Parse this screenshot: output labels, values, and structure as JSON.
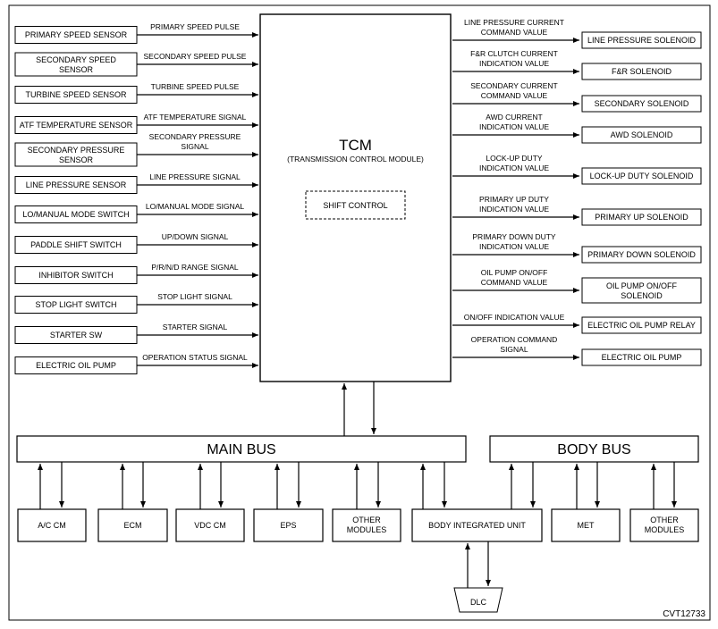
{
  "figure_id": "CVT12733",
  "tcm": {
    "title": "TCM",
    "subtitle": "(TRANSMISSION CONTROL MODULE)",
    "inner_block": "SHIFT CONTROL"
  },
  "inputs": [
    {
      "sensor": [
        "PRIMARY SPEED SENSOR"
      ],
      "signal": [
        "PRIMARY SPEED PULSE"
      ]
    },
    {
      "sensor": [
        "SECONDARY SPEED",
        "SENSOR"
      ],
      "signal": [
        "SECONDARY SPEED PULSE"
      ]
    },
    {
      "sensor": [
        "TURBINE SPEED SENSOR"
      ],
      "signal": [
        "TURBINE SPEED PULSE"
      ]
    },
    {
      "sensor": [
        "ATF TEMPERATURE SENSOR"
      ],
      "signal": [
        "ATF TEMPERATURE SIGNAL"
      ]
    },
    {
      "sensor": [
        "SECONDARY PRESSURE",
        "SENSOR"
      ],
      "signal": [
        "SECONDARY PRESSURE",
        "SIGNAL"
      ]
    },
    {
      "sensor": [
        "LINE PRESSURE SENSOR"
      ],
      "signal": [
        "LINE PRESSURE SIGNAL"
      ]
    },
    {
      "sensor": [
        "LO/MANUAL MODE SWITCH"
      ],
      "signal": [
        "LO/MANUAL MODE SIGNAL"
      ]
    },
    {
      "sensor": [
        "PADDLE SHIFT SWITCH"
      ],
      "signal": [
        "UP/DOWN SIGNAL"
      ]
    },
    {
      "sensor": [
        "INHIBITOR SWITCH"
      ],
      "signal": [
        "P/R/N/D RANGE SIGNAL"
      ]
    },
    {
      "sensor": [
        "STOP LIGHT SWITCH"
      ],
      "signal": [
        "STOP LIGHT SIGNAL"
      ]
    },
    {
      "sensor": [
        "STARTER SW"
      ],
      "signal": [
        "STARTER SIGNAL"
      ]
    },
    {
      "sensor": [
        "ELECTRIC OIL PUMP"
      ],
      "signal": [
        "OPERATION STATUS SIGNAL"
      ]
    }
  ],
  "outputs": [
    {
      "signal": [
        "LINE PRESSURE CURRENT",
        "COMMAND VALUE"
      ],
      "actuator": [
        "LINE PRESSURE SOLENOID"
      ]
    },
    {
      "signal": [
        "F&R CLUTCH CURRENT",
        "INDICATION VALUE"
      ],
      "actuator": [
        "F&R SOLENOID"
      ]
    },
    {
      "signal": [
        "SECONDARY CURRENT",
        "COMMAND VALUE"
      ],
      "actuator": [
        "SECONDARY SOLENOID"
      ]
    },
    {
      "signal": [
        "AWD CURRENT",
        "INDICATION VALUE"
      ],
      "actuator": [
        "AWD SOLENOID"
      ]
    },
    {
      "signal": [
        "LOCK-UP DUTY",
        "INDICATION VALUE"
      ],
      "actuator": [
        "LOCK-UP DUTY SOLENOID"
      ]
    },
    {
      "signal": [
        "PRIMARY UP DUTY",
        "INDICATION VALUE"
      ],
      "actuator": [
        "PRIMARY UP SOLENOID"
      ]
    },
    {
      "signal": [
        "PRIMARY DOWN DUTY",
        "INDICATION VALUE"
      ],
      "actuator": [
        "PRIMARY DOWN SOLENOID"
      ]
    },
    {
      "signal": [
        "OIL PUMP ON/OFF",
        "COMMAND VALUE"
      ],
      "actuator": [
        "OIL PUMP ON/OFF",
        "SOLENOID"
      ]
    },
    {
      "signal": [
        "ON/OFF INDICATION VALUE"
      ],
      "actuator": [
        "ELECTRIC OIL PUMP RELAY"
      ]
    },
    {
      "signal": [
        "OPERATION COMMAND",
        "SIGNAL"
      ],
      "actuator": [
        "ELECTRIC OIL PUMP"
      ]
    }
  ],
  "buses": {
    "main": "MAIN BUS",
    "body": "BODY BUS"
  },
  "modules": [
    {
      "label": [
        "A/C CM"
      ]
    },
    {
      "label": [
        "ECM"
      ]
    },
    {
      "label": [
        "VDC CM"
      ]
    },
    {
      "label": [
        "EPS"
      ]
    },
    {
      "label": [
        "OTHER",
        "MODULES"
      ]
    },
    {
      "label": [
        "BODY INTEGRATED UNIT"
      ]
    },
    {
      "label": [
        "MET"
      ]
    },
    {
      "label": [
        "OTHER",
        "MODULES"
      ]
    }
  ],
  "dlc": "DLC"
}
